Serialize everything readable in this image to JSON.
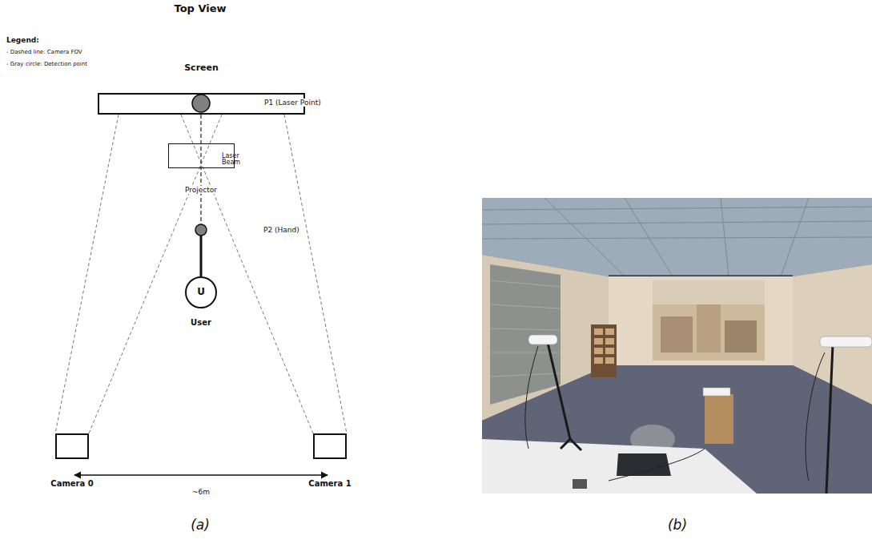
{
  "diagram": {
    "title": "Top View",
    "nodes": [
      {
        "text": [
          "Screen"
        ]
      },
      {
        "text": [
          "Projector"
        ]
      },
      {
        "text": [
          "U",
          "User"
        ]
      },
      {
        "text": [
          "Camera 0"
        ]
      },
      {
        "text": [
          "Camera 1"
        ]
      }
    ],
    "labels": [
      "Legend:",
      "P1 (Laser Point)",
      "Laser Beam",
      "P2 (Hand)",
      "~6m",
      "(a)",
      "(b)"
    ],
    "legend": [
      {
        "text": "- Dashed line: Camera FOV"
      },
      {
        "text": "- Gray circle: Detection point"
      }
    ]
  }
}
